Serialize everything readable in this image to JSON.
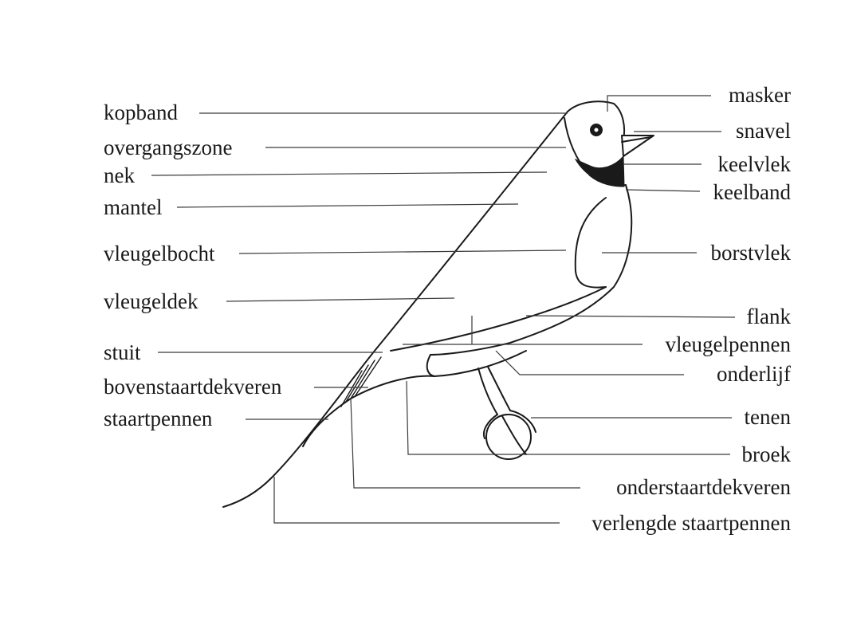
{
  "left_labels": [
    "kopband",
    "overgangszone",
    "nek",
    "mantel",
    "vleugelbocht",
    "vleugeldek",
    "stuit",
    "bovenstaartdekveren",
    "staartpennen"
  ],
  "right_labels": [
    "masker",
    "snavel",
    "keelvlek",
    "keelband",
    "borstvlek",
    "flank",
    "vleugelpennen",
    "onderlijf",
    "tenen",
    "broek",
    "onderstaartdekveren",
    "verlengde staartpennen"
  ]
}
